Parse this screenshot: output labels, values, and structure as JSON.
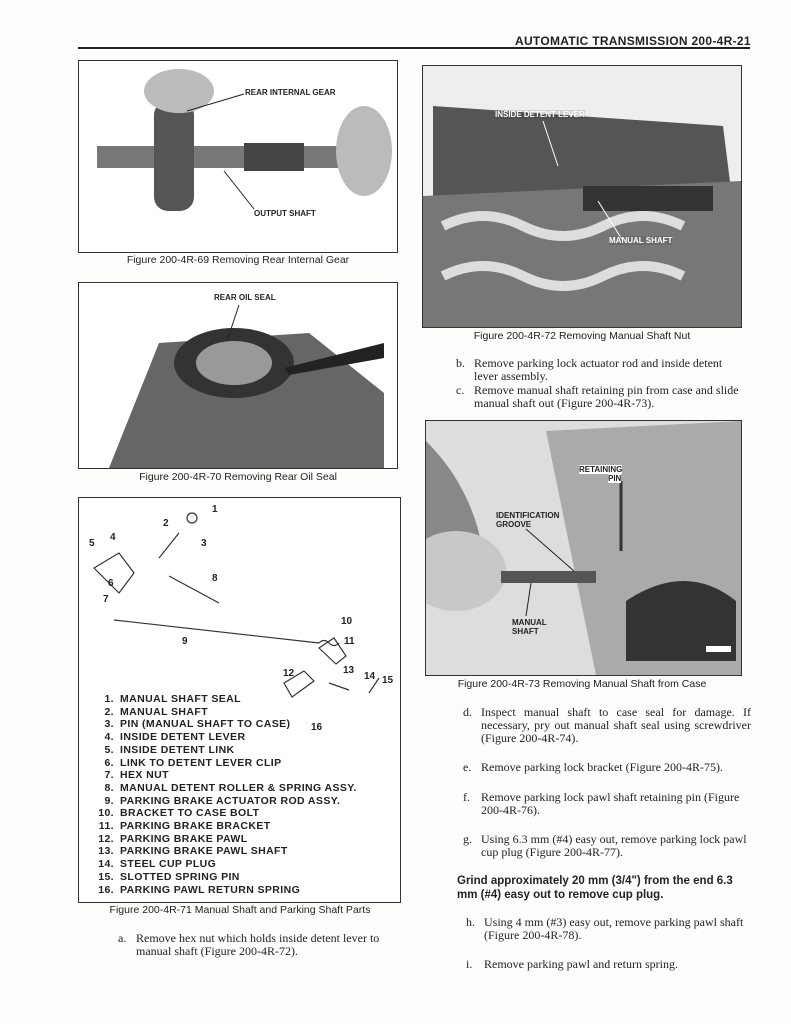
{
  "header": {
    "title": "AUTOMATIC TRANSMISSION 200-4R-21"
  },
  "figures": {
    "fig69": {
      "caption": "Figure 200-4R-69 Removing Rear Internal Gear",
      "labels": [
        "REAR INTERNAL GEAR",
        "OUTPUT SHAFT"
      ]
    },
    "fig70": {
      "caption": "Figure 200-4R-70 Removing Rear Oil Seal",
      "labels": [
        "REAR OIL SEAL"
      ]
    },
    "fig71": {
      "caption": "Figure 200-4R-71 Manual Shaft and Parking Shaft Parts",
      "callouts": [
        "1",
        "2",
        "3",
        "4",
        "5",
        "6",
        "7",
        "8",
        "9",
        "10",
        "11",
        "12",
        "13",
        "14",
        "15",
        "16"
      ],
      "parts": [
        {
          "n": "1.",
          "t": "MANUAL SHAFT SEAL"
        },
        {
          "n": "2.",
          "t": "MANUAL SHAFT"
        },
        {
          "n": "3.",
          "t": "PIN (MANUAL SHAFT TO CASE)"
        },
        {
          "n": "4.",
          "t": "INSIDE DETENT LEVER"
        },
        {
          "n": "5.",
          "t": "INSIDE DETENT LINK"
        },
        {
          "n": "6.",
          "t": "LINK TO DETENT LEVER CLIP"
        },
        {
          "n": "7.",
          "t": "HEX NUT"
        },
        {
          "n": "8.",
          "t": "MANUAL DETENT ROLLER & SPRING ASSY."
        },
        {
          "n": "9.",
          "t": "PARKING BRAKE ACTUATOR ROD ASSY."
        },
        {
          "n": "10.",
          "t": "BRACKET TO CASE BOLT"
        },
        {
          "n": "11.",
          "t": "PARKING BRAKE BRACKET"
        },
        {
          "n": "12.",
          "t": "PARKING BRAKE PAWL"
        },
        {
          "n": "13.",
          "t": "PARKING BRAKE PAWL SHAFT"
        },
        {
          "n": "14.",
          "t": "STEEL CUP PLUG"
        },
        {
          "n": "15.",
          "t": "SLOTTED SPRING PIN"
        },
        {
          "n": "16.",
          "t": "PARKING PAWL RETURN SPRING"
        }
      ]
    },
    "fig72": {
      "caption": "Figure 200-4R-72 Removing Manual Shaft Nut",
      "labels": [
        "INSIDE DETENT LEVER",
        "MANUAL SHAFT"
      ]
    },
    "fig73": {
      "caption": "Figure 200-4R-73 Removing Manual Shaft from Case",
      "labels": [
        "RETAINING",
        "PIN",
        "IDENTIFICATION",
        "GROOVE",
        "MANUAL",
        "SHAFT"
      ]
    }
  },
  "steps": {
    "a": {
      "k": "a.",
      "t": "Remove hex nut which holds inside detent lever to manual shaft (Figure 200-4R-72)."
    },
    "b": {
      "k": "b.",
      "t": "Remove parking lock actuator rod and inside detent lever assembly."
    },
    "c": {
      "k": "c.",
      "t": "Remove manual shaft retaining pin from case and slide manual shaft out (Figure 200-4R-73)."
    },
    "d": {
      "k": "d.",
      "t": "Inspect manual shaft to case seal for damage. If necessary, pry out manual shaft seal using screwdriver (Figure 200-4R-74)."
    },
    "e": {
      "k": "e.",
      "t": "Remove parking lock bracket (Figure 200-4R-75)."
    },
    "f": {
      "k": "f.",
      "t": "Remove parking lock pawl shaft retaining pin (Figure 200-4R-76)."
    },
    "g": {
      "k": "g.",
      "t": "Using 6.3 mm (#4) easy out, remove parking lock pawl cup plug (Figure 200-4R-77)."
    },
    "note": "Grind approximately 20 mm (3/4\") from the end 6.3 mm (#4) easy out to remove cup plug.",
    "h": {
      "k": "h.",
      "t": "Using 4 mm (#3) easy out, remove parking pawl shaft (Figure 200-4R-78)."
    },
    "i": {
      "k": "i.",
      "t": "Remove parking pawl and return spring."
    }
  }
}
